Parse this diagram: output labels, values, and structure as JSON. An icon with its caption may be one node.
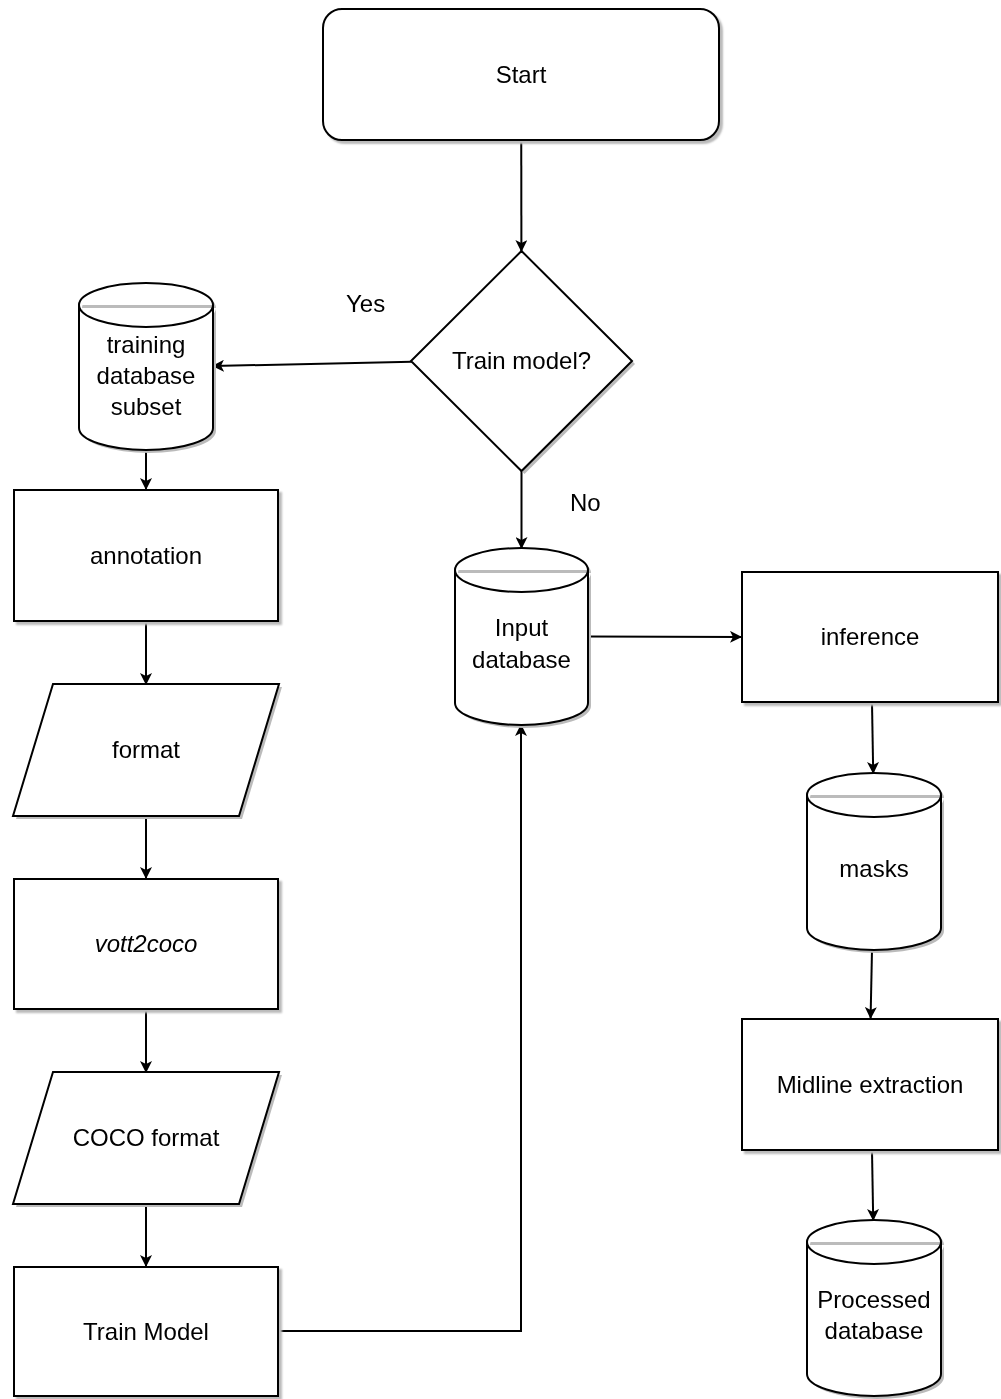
{
  "diagram": {
    "nodes": [
      {
        "text": [
          "Start"
        ]
      },
      {
        "text": [
          "Train model?"
        ]
      },
      {
        "text": [
          "training database subset"
        ]
      },
      {
        "text": [
          "annotation"
        ]
      },
      {
        "text": [
          "format"
        ]
      },
      {
        "text": [
          "vott2coco"
        ]
      },
      {
        "text": [
          "COCO format"
        ]
      },
      {
        "text": [
          "Train Model"
        ]
      },
      {
        "text": [
          "Input database"
        ]
      },
      {
        "text": [
          "inference"
        ]
      },
      {
        "text": [
          "masks"
        ]
      },
      {
        "text": [
          "Midline extraction"
        ]
      },
      {
        "text": [
          "Processed database"
        ]
      }
    ],
    "edges": [
      {
        "from": 0,
        "to": 1,
        "arrow": "to"
      },
      {
        "from": 1,
        "to": 2,
        "arrow": "to",
        "label": "Yes"
      },
      {
        "from": 2,
        "to": 3,
        "arrow": "to"
      },
      {
        "from": 3,
        "to": 4,
        "arrow": "to"
      },
      {
        "from": 4,
        "to": 5,
        "arrow": "to"
      },
      {
        "from": 5,
        "to": 6,
        "arrow": "to"
      },
      {
        "from": 6,
        "to": 7,
        "arrow": "to"
      },
      {
        "from": 1,
        "to": 8,
        "arrow": "to",
        "label": "No"
      },
      {
        "from": 7,
        "to": 8,
        "arrow": "to"
      },
      {
        "from": 8,
        "to": 9,
        "arrow": "to"
      },
      {
        "from": 9,
        "to": 10,
        "arrow": "to"
      },
      {
        "from": 10,
        "to": 11,
        "arrow": "to"
      },
      {
        "from": 11,
        "to": 12,
        "arrow": "to"
      }
    ]
  }
}
